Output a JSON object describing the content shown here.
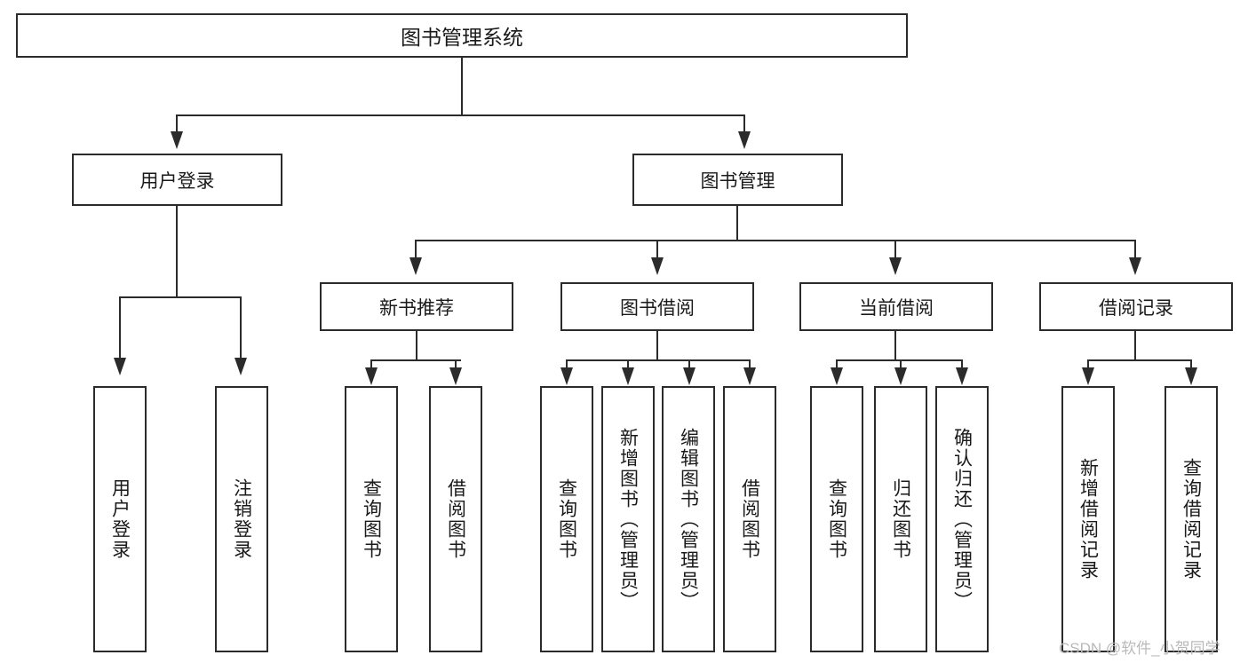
{
  "diagram": {
    "title": "图书管理系统",
    "type": "tree-hierarchy-diagram",
    "root": {
      "label": "图书管理系统"
    },
    "level1": [
      {
        "label": "用户登录"
      },
      {
        "label": "图书管理"
      }
    ],
    "level2": [
      {
        "label": "新书推荐"
      },
      {
        "label": "图书借阅"
      },
      {
        "label": "当前借阅"
      },
      {
        "label": "借阅记录"
      }
    ],
    "leaves": {
      "user_login": [
        {
          "label": "用户登录"
        },
        {
          "label": "注销登录"
        }
      ],
      "new_book_recommend": [
        {
          "label": "查询图书"
        },
        {
          "label": "借阅图书"
        }
      ],
      "book_borrow": [
        {
          "label": "查询图书"
        },
        {
          "label": "新增图书（管理员）"
        },
        {
          "label": "编辑图书（管理员）"
        },
        {
          "label": "借阅图书"
        }
      ],
      "current_borrow": [
        {
          "label": "查询图书"
        },
        {
          "label": "归还图书"
        },
        {
          "label": "确认归还（管理员）"
        }
      ],
      "borrow_record": [
        {
          "label": "新增借阅记录"
        },
        {
          "label": "查询借阅记录"
        }
      ]
    }
  },
  "watermark": {
    "text": "CSDN @软件_小贺同学"
  },
  "colors": {
    "stroke": "#2b2b2b",
    "background": "#ffffff",
    "text": "#1a1a1a",
    "watermark": "#b9b9b9"
  }
}
